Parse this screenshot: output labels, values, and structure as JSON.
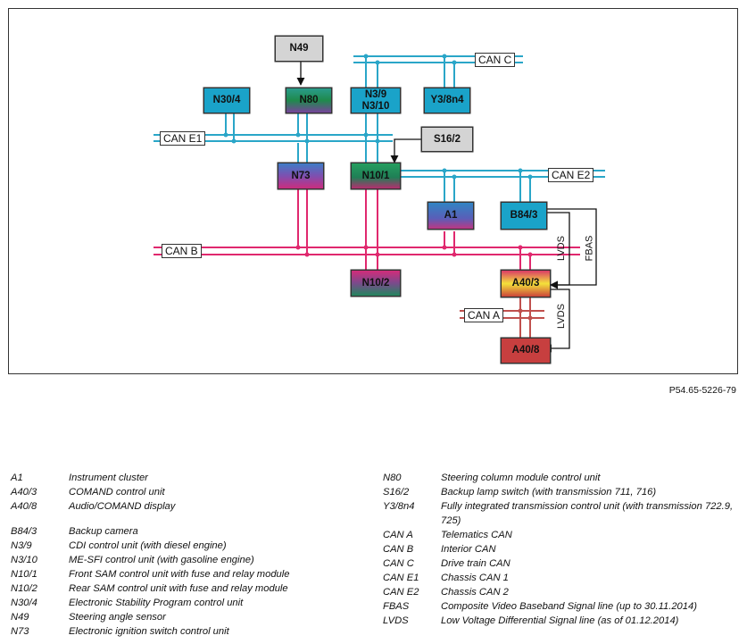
{
  "modules": {
    "N49": "N49",
    "N80": "N80",
    "N30_4": "N30/4",
    "N3_9": "N3/9",
    "N3_10": "N3/10",
    "Y3_8n4": "Y3/8n4",
    "S16_2": "S16/2",
    "N73": "N73",
    "N10_1": "N10/1",
    "A1": "A1",
    "B84_3": "B84/3",
    "N10_2": "N10/2",
    "A40_3": "A40/3",
    "A40_8": "A40/8"
  },
  "buses": {
    "can_c": "CAN C",
    "can_e1": "CAN E1",
    "can_e2": "CAN E2",
    "can_b": "CAN B",
    "can_a": "CAN A"
  },
  "signals": {
    "lvds_upper": "LVDS",
    "fbas": "FBAS",
    "lvds_lower": "LVDS"
  },
  "colors": {
    "can_blue": "#2aa6c8",
    "can_pink": "#e0286e",
    "can_a": "#c0504d",
    "gray_box": "#d4d4d4"
  },
  "document_ref": "P54.65-5226-79",
  "legend_left": [
    {
      "code": "A1",
      "desc": "Instrument cluster"
    },
    {
      "code": "A40/3",
      "desc": "COMAND control unit"
    },
    {
      "code": "A40/8",
      "desc": "Audio/COMAND display"
    },
    {
      "code": "B84/3",
      "desc": "Backup camera"
    },
    {
      "code": "N3/9",
      "desc": "CDI control unit (with diesel engine)"
    },
    {
      "code": "N3/10",
      "desc": "ME-SFI control unit (with gasoline engine)"
    },
    {
      "code": "N10/1",
      "desc": "Front SAM control unit with fuse and relay module"
    },
    {
      "code": "N10/2",
      "desc": "Rear SAM control unit with fuse and relay module"
    },
    {
      "code": "N30/4",
      "desc": "Electronic Stability Program control unit"
    },
    {
      "code": "N49",
      "desc": "Steering angle sensor"
    },
    {
      "code": "N73",
      "desc": "Electronic ignition switch control unit"
    }
  ],
  "legend_right": [
    {
      "code": "N80",
      "desc": "Steering column module control unit"
    },
    {
      "code": "S16/2",
      "desc": "Backup lamp switch (with transmission 711, 716)"
    },
    {
      "code": "Y3/8n4",
      "desc": "Fully integrated transmission control unit (with transmission 722.9, 725)"
    },
    {
      "code": "CAN A",
      "desc": "Telematics CAN"
    },
    {
      "code": "CAN B",
      "desc": "Interior CAN"
    },
    {
      "code": "CAN C",
      "desc": "Drive train CAN"
    },
    {
      "code": "CAN E1",
      "desc": "Chassis CAN 1"
    },
    {
      "code": "CAN E2",
      "desc": "Chassis CAN 2"
    },
    {
      "code": "FBAS",
      "desc": "Composite Video Baseband Signal line (up to 30.11.2014)"
    },
    {
      "code": "LVDS",
      "desc": "Low Voltage Differential Signal line (as of 01.12.2014)"
    }
  ]
}
